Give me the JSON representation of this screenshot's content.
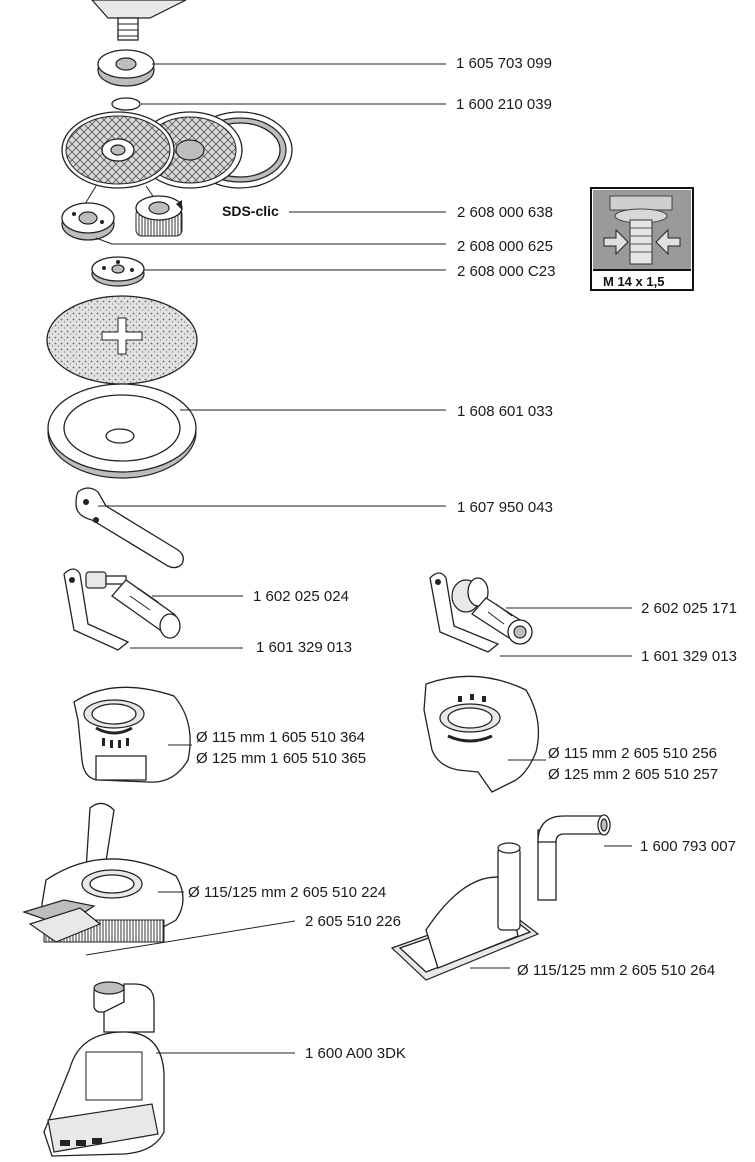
{
  "labels": {
    "p1": "1 605 703 099",
    "p2": "1 600 210 039",
    "p3": "2 608 000 638",
    "sds": "SDS-clic",
    "p4": "2 608 000 625",
    "p5": "2 608 000 C23",
    "thread": "M 14 x 1,5",
    "p6": "1 608 601 033",
    "p7": "1 607 950 043",
    "p8": "1 602 025 024",
    "p9": "1 601 329 013",
    "p10": "2 602 025 171",
    "p11": "1 601 329 013",
    "g1_line1": "Ø 115 mm   1 605 510 364",
    "g1_line2": "Ø 125 mm   1 605 510 365",
    "g2_line1": "Ø 115 mm    2 605 510 256",
    "g2_line2": "Ø 125 mm    2 605 510 257",
    "p12": "Ø 115/125 mm  2 605 510 224",
    "p13": "2 605 510 226",
    "p14": "1 600 793 007",
    "p15": "Ø 115/125 mm    2 605 510 264",
    "p16": "1 600 A00  3DK"
  }
}
